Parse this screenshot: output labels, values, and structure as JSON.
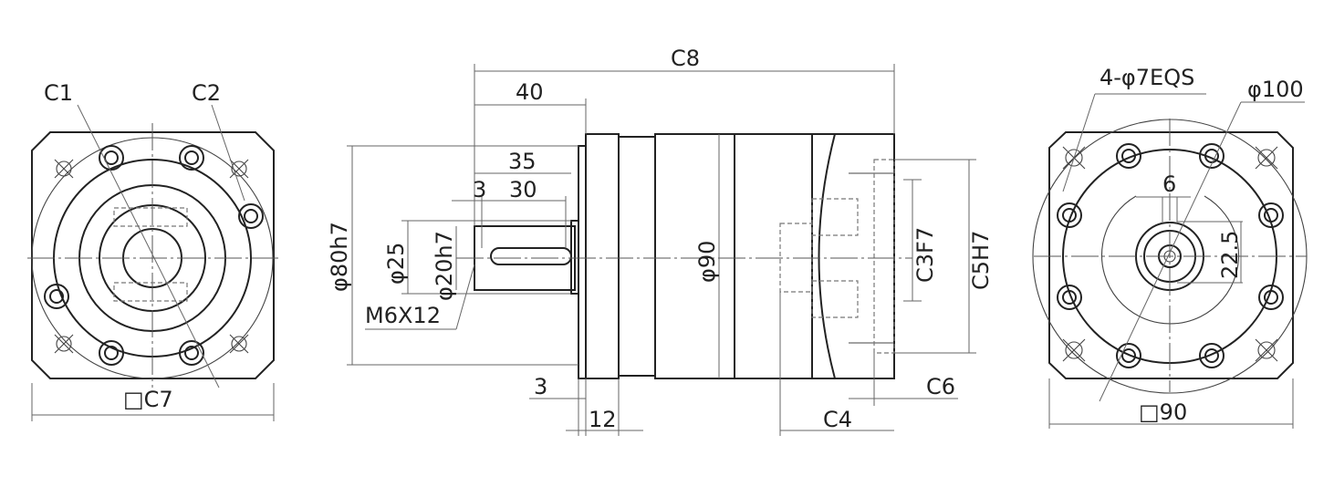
{
  "front_view": {
    "c1": "C1",
    "c2": "C2",
    "square": "□C7"
  },
  "side_view": {
    "overall_length": "C8",
    "flange_to_shaft": "40",
    "shaft_length": "35",
    "shaft_offset": "3",
    "key_length": "30",
    "shaft_shoulder_dia": "φ25",
    "shaft_dia": "φ20h7",
    "pilot_dia": "φ80h7",
    "tapped_hole": "M6X12",
    "body_dia": "φ90",
    "input_bore": "C3F7",
    "input_pilot": "C5H7",
    "pilot_depth": "3",
    "flange_thickness": "12",
    "input_length": "C4",
    "input_depth": "C6"
  },
  "rear_view": {
    "holes": "4-φ7EQS",
    "pcd": "φ100",
    "key_width": "6",
    "key_height": "22.5",
    "square": "□90"
  }
}
